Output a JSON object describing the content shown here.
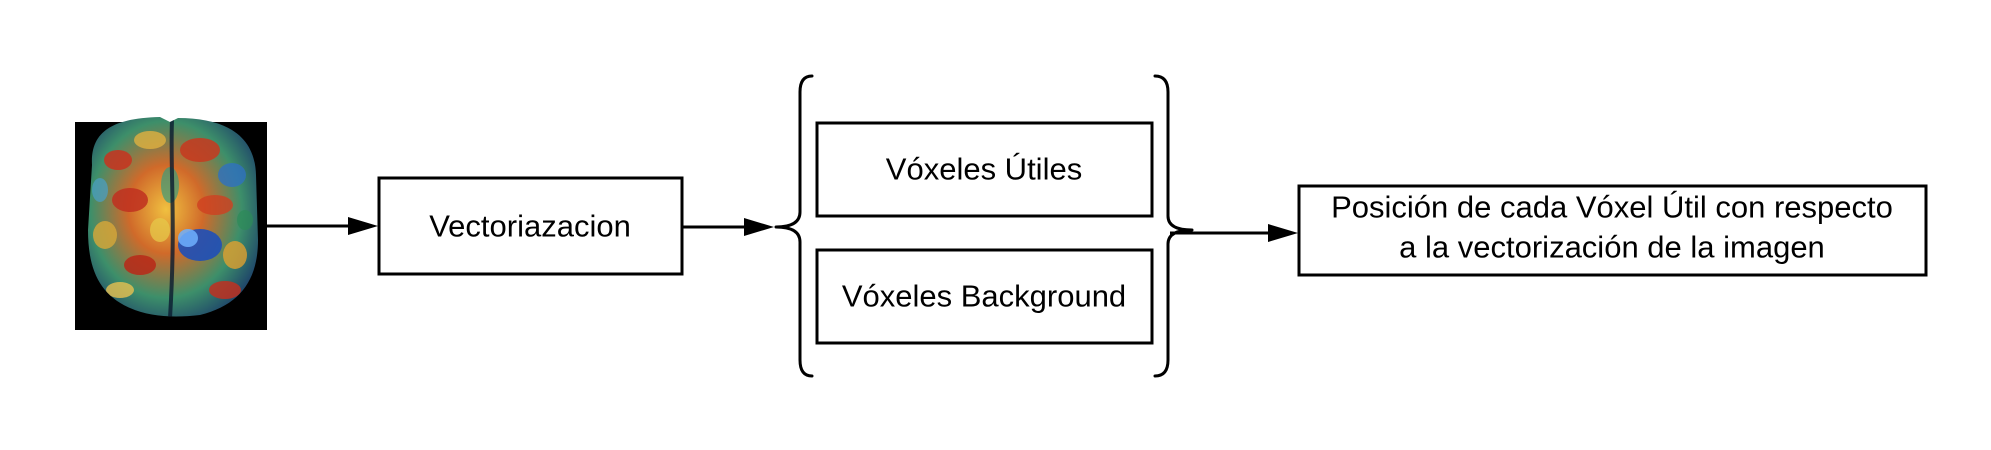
{
  "nodes": {
    "brain_image": {
      "icon": "brain-scan-heatmap-icon"
    },
    "vectorization": {
      "label": "Vectoriazacion"
    },
    "useful_voxels": {
      "label": "Vóxeles Útiles"
    },
    "background_voxels": {
      "label": "Vóxeles Background"
    },
    "output": {
      "line1": "Posición de cada Vóxel Útil con respecto",
      "line2": "a la vectorización de la imagen"
    }
  },
  "colors": {
    "stroke": "#000000",
    "background": "#ffffff",
    "brain_background": "#000000"
  }
}
